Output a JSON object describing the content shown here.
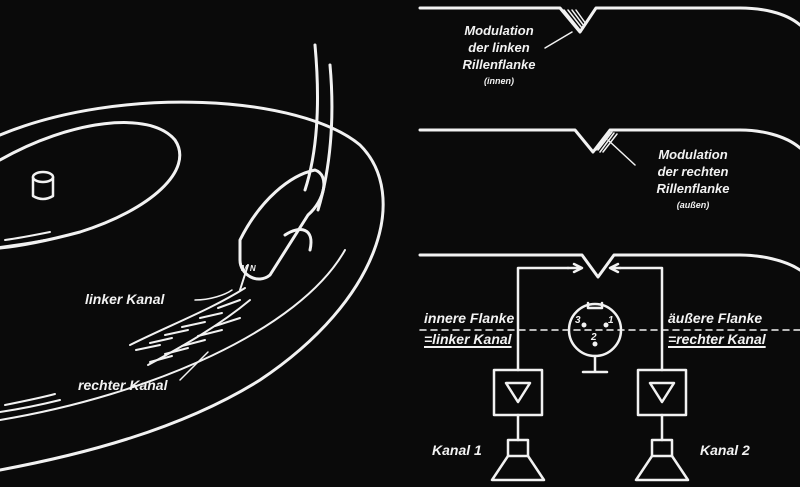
{
  "record": {
    "label_left": "linker Kanal",
    "label_right": "rechter Kanal",
    "stylus_mark": "M N"
  },
  "groove_left": {
    "lines": [
      "Modulation",
      "der linken",
      "Rillenflanke"
    ],
    "note": "(innen)"
  },
  "groove_right": {
    "lines": [
      "Modulation",
      "der rechten",
      "Rillenflanke"
    ],
    "note": "(außen)"
  },
  "circuit": {
    "inner_flank": "innere Flanke",
    "inner_channel": "=linker Kanal",
    "outer_flank": "äußere Flanke",
    "outer_channel": "=rechter Kanal",
    "pin_1": "1",
    "pin_2": "2",
    "pin_3": "3",
    "channel_1": "Kanal 1",
    "channel_2": "Kanal 2"
  },
  "colors": {
    "background": "#0a0a0a",
    "ink": "#f2f2f2"
  }
}
